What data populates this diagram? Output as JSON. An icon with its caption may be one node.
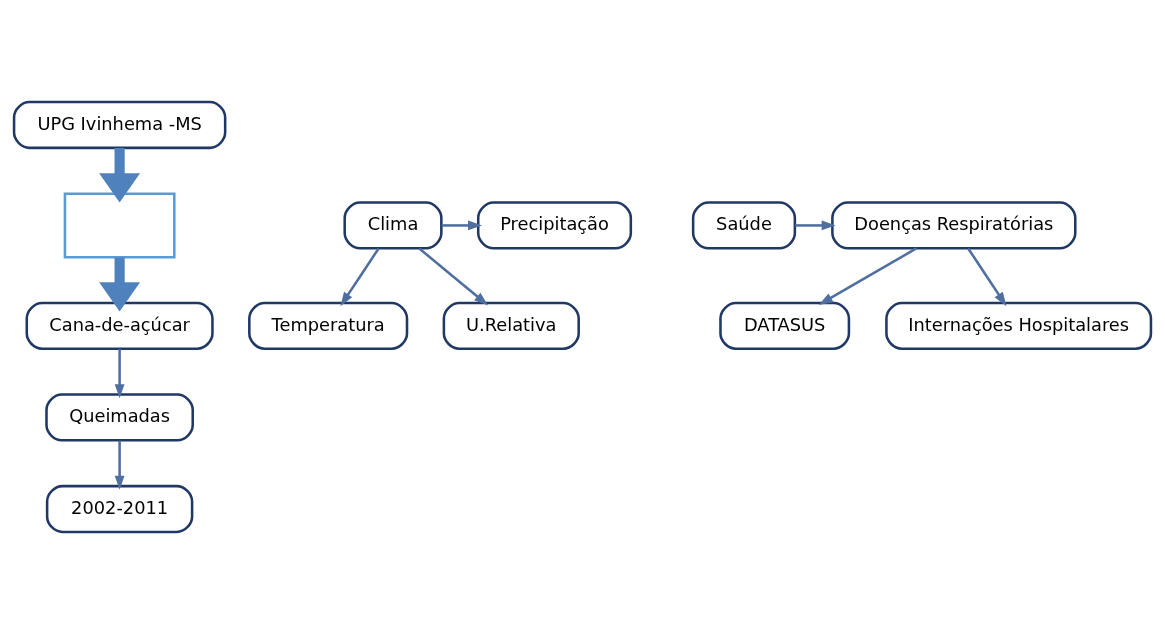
{
  "diagram": {
    "nodes": [
      {
        "text": [
          "UPG Ivinhema -MS"
        ]
      },
      {
        "text": [
          "Precipitação"
        ]
      },
      {
        "text": [],
        "shape": "box"
      },
      {
        "text": [
          "Clima"
        ]
      },
      {
        "text": [
          "Saúde"
        ]
      },
      {
        "text": [
          "Doenças Respiratórias"
        ]
      },
      {
        "text": [
          "DATASUS"
        ]
      },
      {
        "text": [
          "Temperatura"
        ]
      },
      {
        "text": [
          "Internações Hospitalares"
        ]
      },
      {
        "text": [
          "U.Relativa"
        ]
      },
      {
        "text": [
          "Cana-de-açúcar"
        ]
      },
      {
        "text": [
          "Queimadas"
        ]
      },
      {
        "text": [
          "2002-2011"
        ]
      }
    ],
    "edges": [
      {
        "from": 0,
        "to": 2,
        "arrow": "to",
        "style": "thick"
      },
      {
        "from": 3,
        "to": 1,
        "arrow": "to"
      },
      {
        "from": 3,
        "to": 7,
        "arrow": "to"
      },
      {
        "from": 3,
        "to": 9,
        "arrow": "to"
      },
      {
        "from": 4,
        "to": 5,
        "arrow": "to"
      },
      {
        "from": 5,
        "to": 6,
        "arrow": "to"
      },
      {
        "from": 5,
        "to": 8,
        "arrow": "to"
      },
      {
        "from": 2,
        "to": 10,
        "arrow": "to",
        "style": "thick"
      },
      {
        "from": 10,
        "to": 11,
        "arrow": "to"
      },
      {
        "from": 11,
        "to": 12,
        "arrow": "to"
      }
    ]
  }
}
